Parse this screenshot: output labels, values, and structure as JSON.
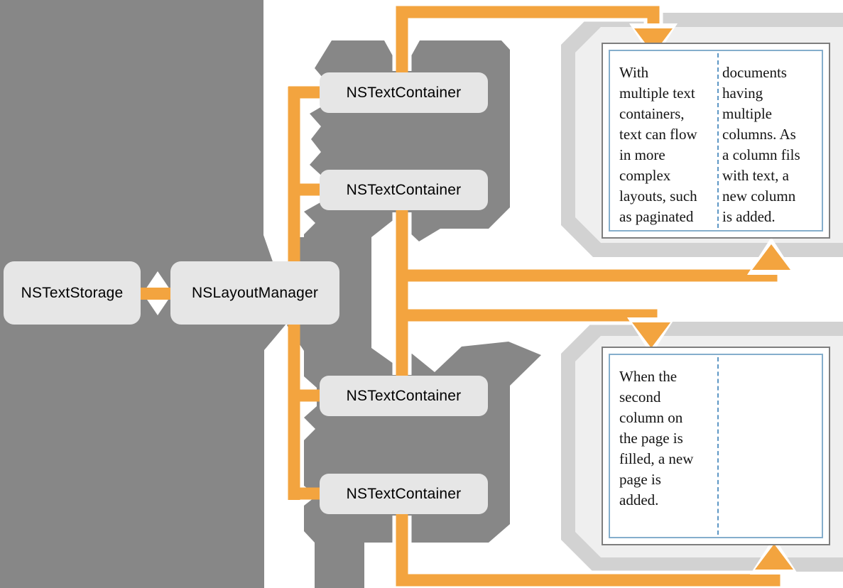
{
  "diagram": {
    "boxes": {
      "text_storage": "NSTextStorage",
      "layout_manager": "NSLayoutManager",
      "containers": [
        "NSTextContainer",
        "NSTextContainer",
        "NSTextContainer",
        "NSTextContainer"
      ]
    },
    "page1": {
      "column1_lines": [
        "With",
        "multiple text",
        "containers,",
        "text can flow",
        "in more",
        "complex",
        "layouts, such",
        "as paginated"
      ],
      "column2_lines": [
        "documents",
        "having",
        "multiple",
        "columns. As",
        "a column fils",
        "with text, a",
        "new column",
        "is added."
      ]
    },
    "page2": {
      "column1_lines": [
        "When the",
        "second",
        "column on",
        "the page is",
        "filled, a new",
        "page is",
        "added."
      ],
      "column2_lines": []
    },
    "colors": {
      "arrow_orange": "#F3A43F",
      "flow_gray": "#878787",
      "node_fill": "#E6E6E6",
      "backdrop_band": "#D2D2D2",
      "backdrop_fill": "#EFEFEF",
      "page_border": "#7E7E7E",
      "page_inner_border": "#85AECC",
      "column_divider_blue": "#5E97C5"
    }
  }
}
